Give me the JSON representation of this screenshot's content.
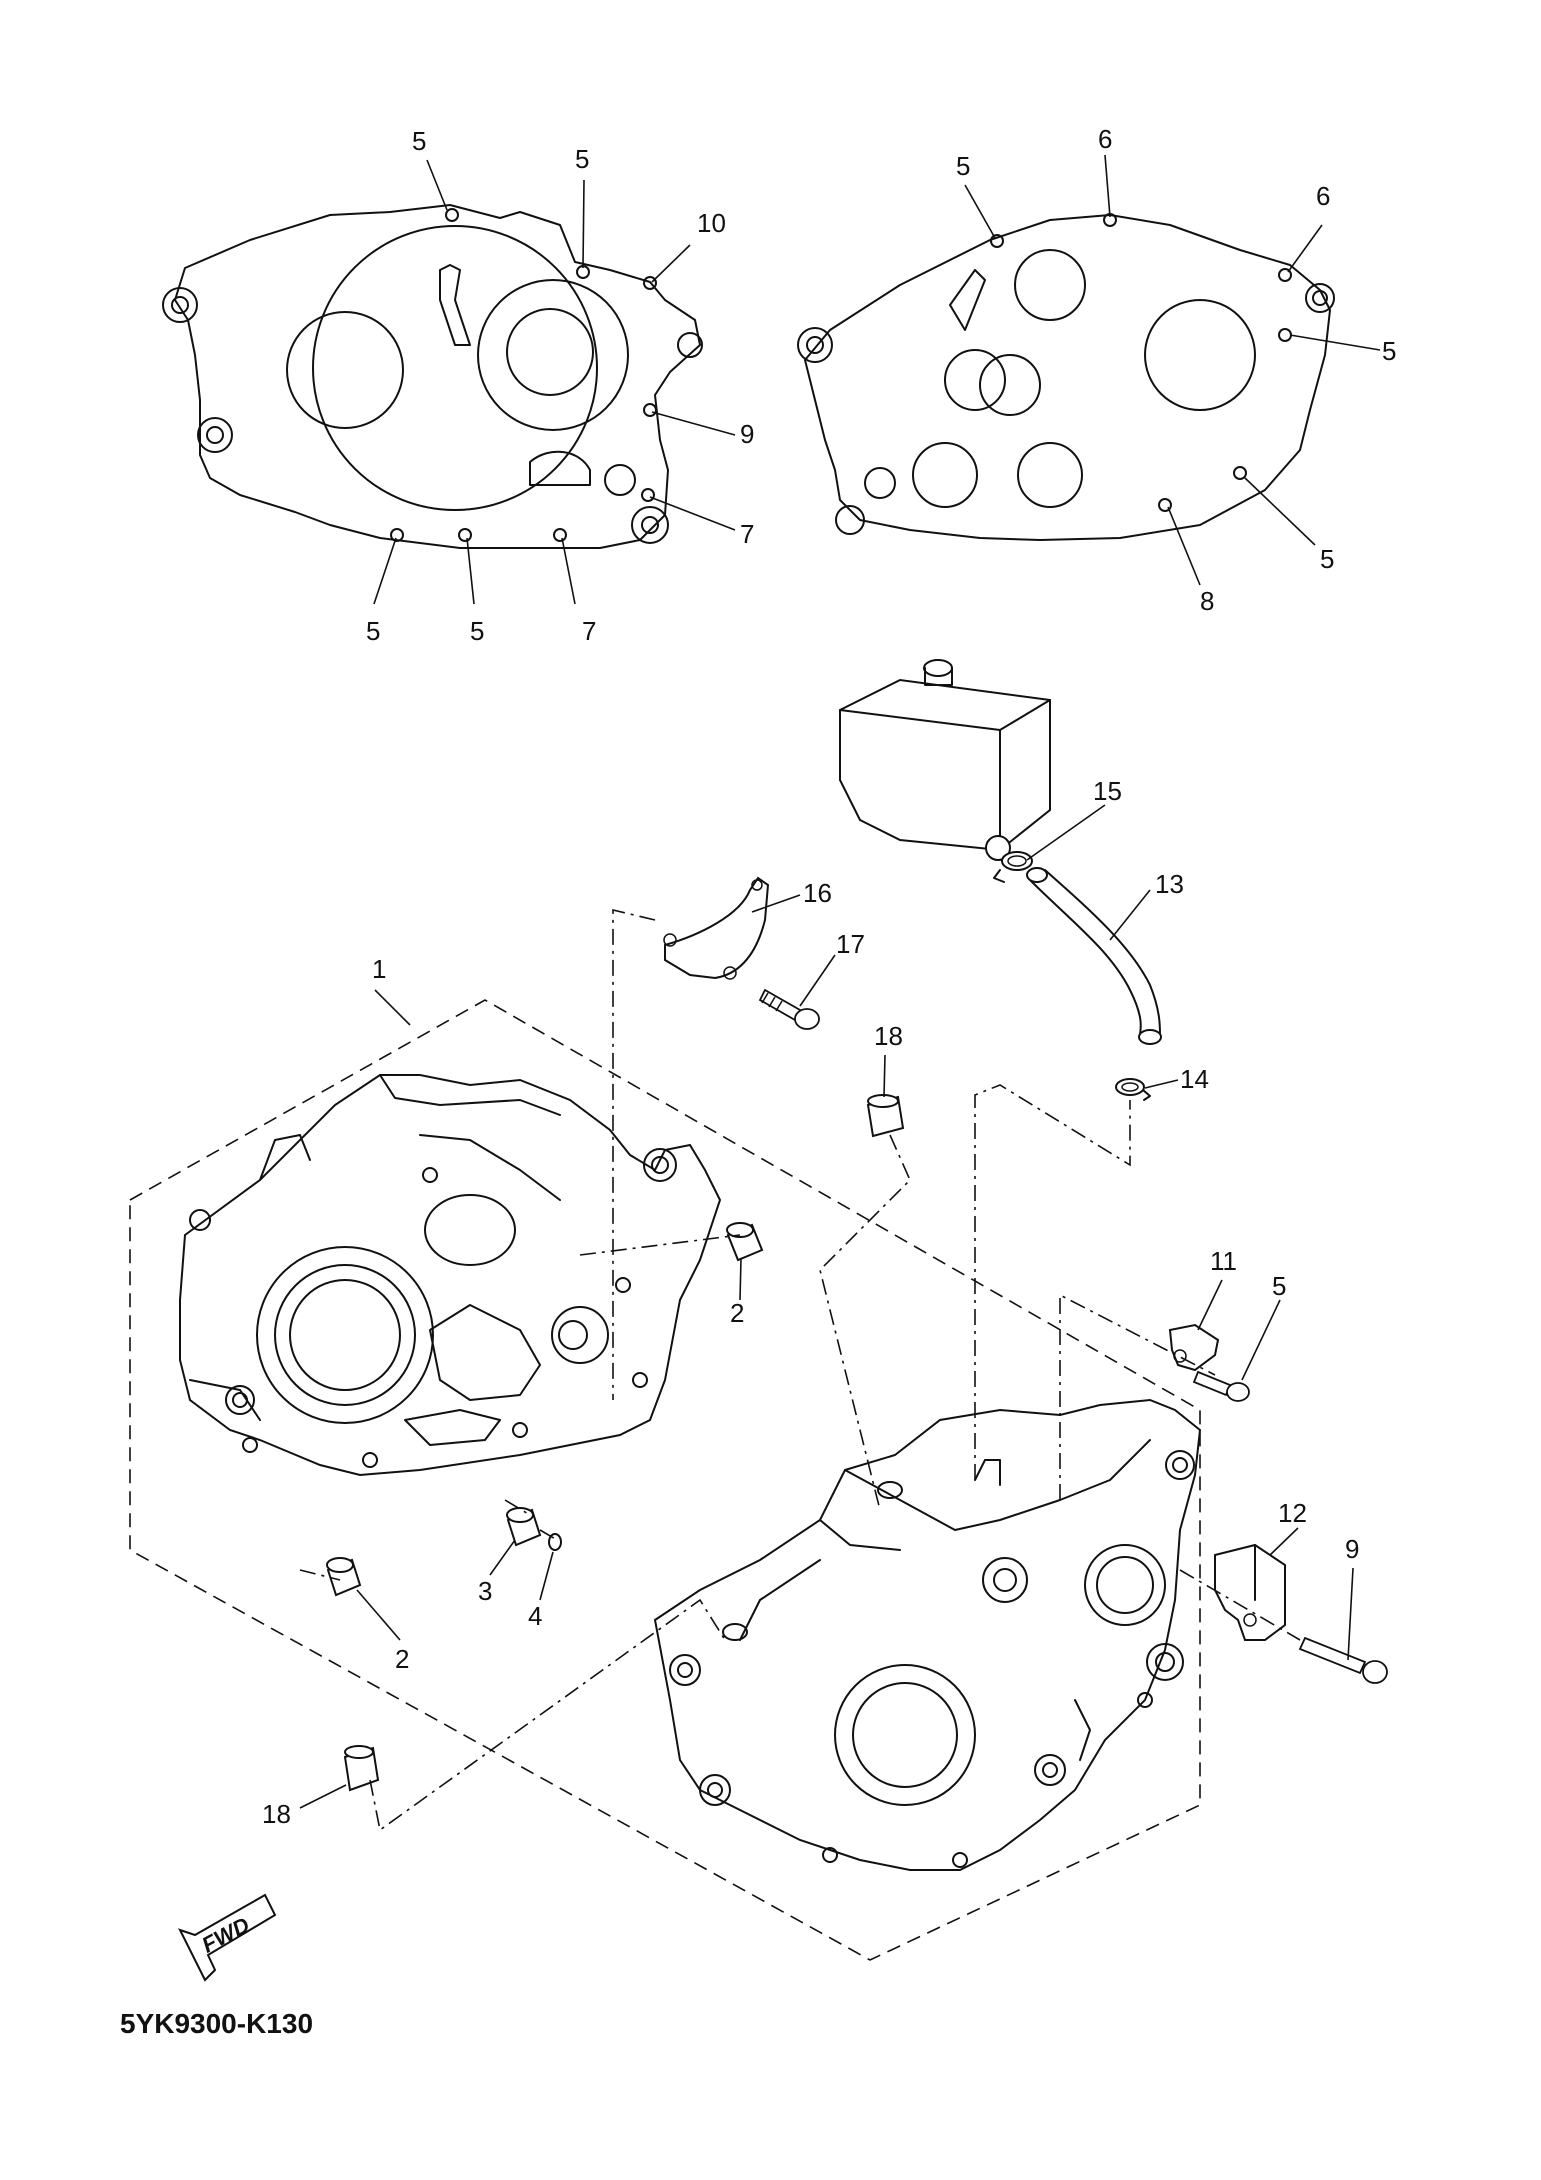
{
  "diagram": {
    "code": "5YK9300-K130",
    "fwd_label": "FWD",
    "callouts": {
      "c1": "1",
      "c2a": "2",
      "c2b": "2",
      "c3": "3",
      "c4": "4",
      "c5a": "5",
      "c5b": "5",
      "c5c": "5",
      "c5d": "5",
      "c5e": "5",
      "c5f": "5",
      "c5g": "5",
      "c5h": "5",
      "c6a": "6",
      "c6b": "6",
      "c7a": "7",
      "c7b": "7",
      "c8": "8",
      "c9a": "9",
      "c9b": "9",
      "c10": "10",
      "c11": "11",
      "c12": "12",
      "c13": "13",
      "c14": "14",
      "c15": "15",
      "c16": "16",
      "c17": "17",
      "c18a": "18",
      "c18b": "18"
    }
  }
}
